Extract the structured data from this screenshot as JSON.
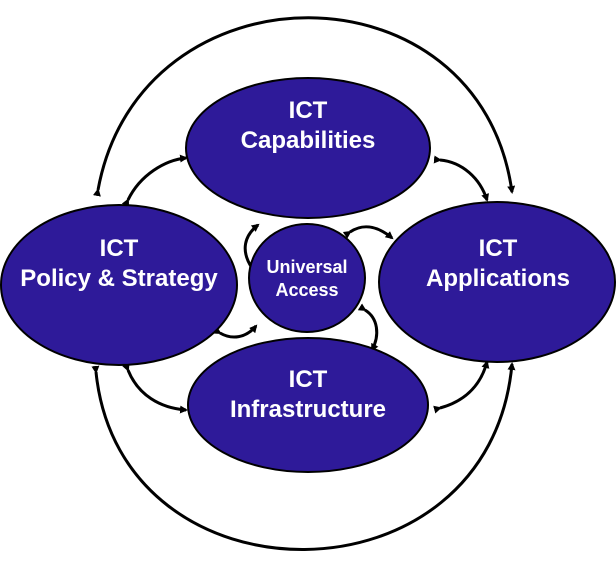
{
  "nodes": {
    "capabilities": {
      "line1": "ICT",
      "line2": "Capabilities"
    },
    "policy": {
      "line1": "ICT",
      "line2": "Policy & Strategy"
    },
    "applications": {
      "line1": "ICT",
      "line2": "Applications"
    },
    "infrastructure": {
      "line1": "ICT",
      "line2": "Infrastructure"
    },
    "universal": {
      "line1": "Universal",
      "line2": "Access"
    }
  },
  "colors": {
    "fill": "#2e1a99",
    "stroke": "#000000"
  }
}
